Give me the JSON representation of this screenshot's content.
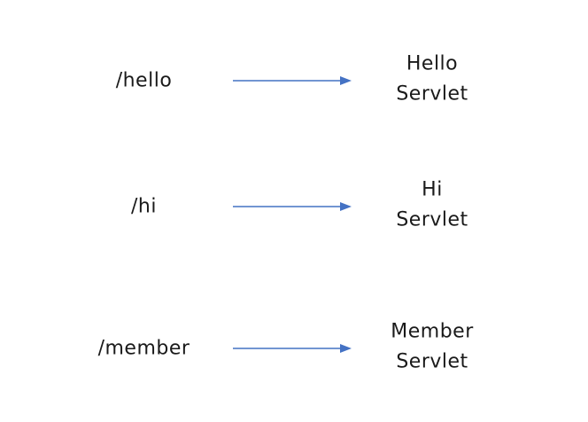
{
  "diagram": {
    "background": "#ffffff",
    "text_color": "#1a1a1a",
    "arrow_color": "#4472C4",
    "rows": [
      {
        "path": "/hello",
        "target_line1": "Hello",
        "target_line2": "Servlet"
      },
      {
        "path": "/hi",
        "target_line1": "Hi",
        "target_line2": "Servlet"
      },
      {
        "path": "/member",
        "target_line1": "Member",
        "target_line2": "Servlet"
      }
    ]
  }
}
